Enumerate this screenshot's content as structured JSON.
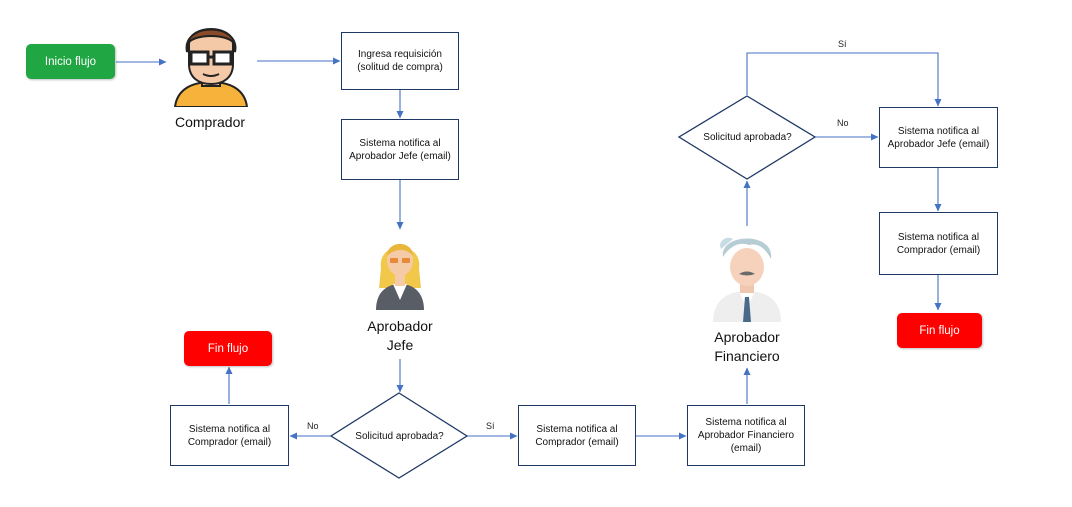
{
  "start": {
    "label": "Inicio flujo"
  },
  "end_left": {
    "label": "Fin flujo"
  },
  "end_right": {
    "label": "Fin flujo"
  },
  "actors": {
    "comprador": {
      "label": "Comprador"
    },
    "aprobador_jefe": {
      "label": "Aprobador Jefe"
    },
    "aprobador_financiero": {
      "label": "Aprobador Financiero"
    }
  },
  "boxes": {
    "ingresa": "Ingresa requisición (solitud de compra)",
    "notifica_jefe_1": "Sistema notifica al Aprobador Jefe (email)",
    "notifica_comprador_no": "Sistema notifica al Comprador (email)",
    "notifica_comprador_si": "Sistema notifica al Comprador (email)",
    "notifica_financiero": "Sistema notifica al Aprobador Financiero (email)",
    "notifica_jefe_2": "Sistema notifica al Aprobador Jefe (email)",
    "notifica_comprador_final": "Sistema notifica al Comprador (email)"
  },
  "decisions": {
    "bottom": "Solicitud aprobada?",
    "top": "Solicitud aprobada?"
  },
  "edge_labels": {
    "bottom_no": "No",
    "bottom_si": "Sí",
    "top_no": "No",
    "top_si": "Sí"
  },
  "colors": {
    "start": "#21a644",
    "end": "#ff0000",
    "box_border": "#1f3864",
    "arrow": "#4472c4"
  }
}
